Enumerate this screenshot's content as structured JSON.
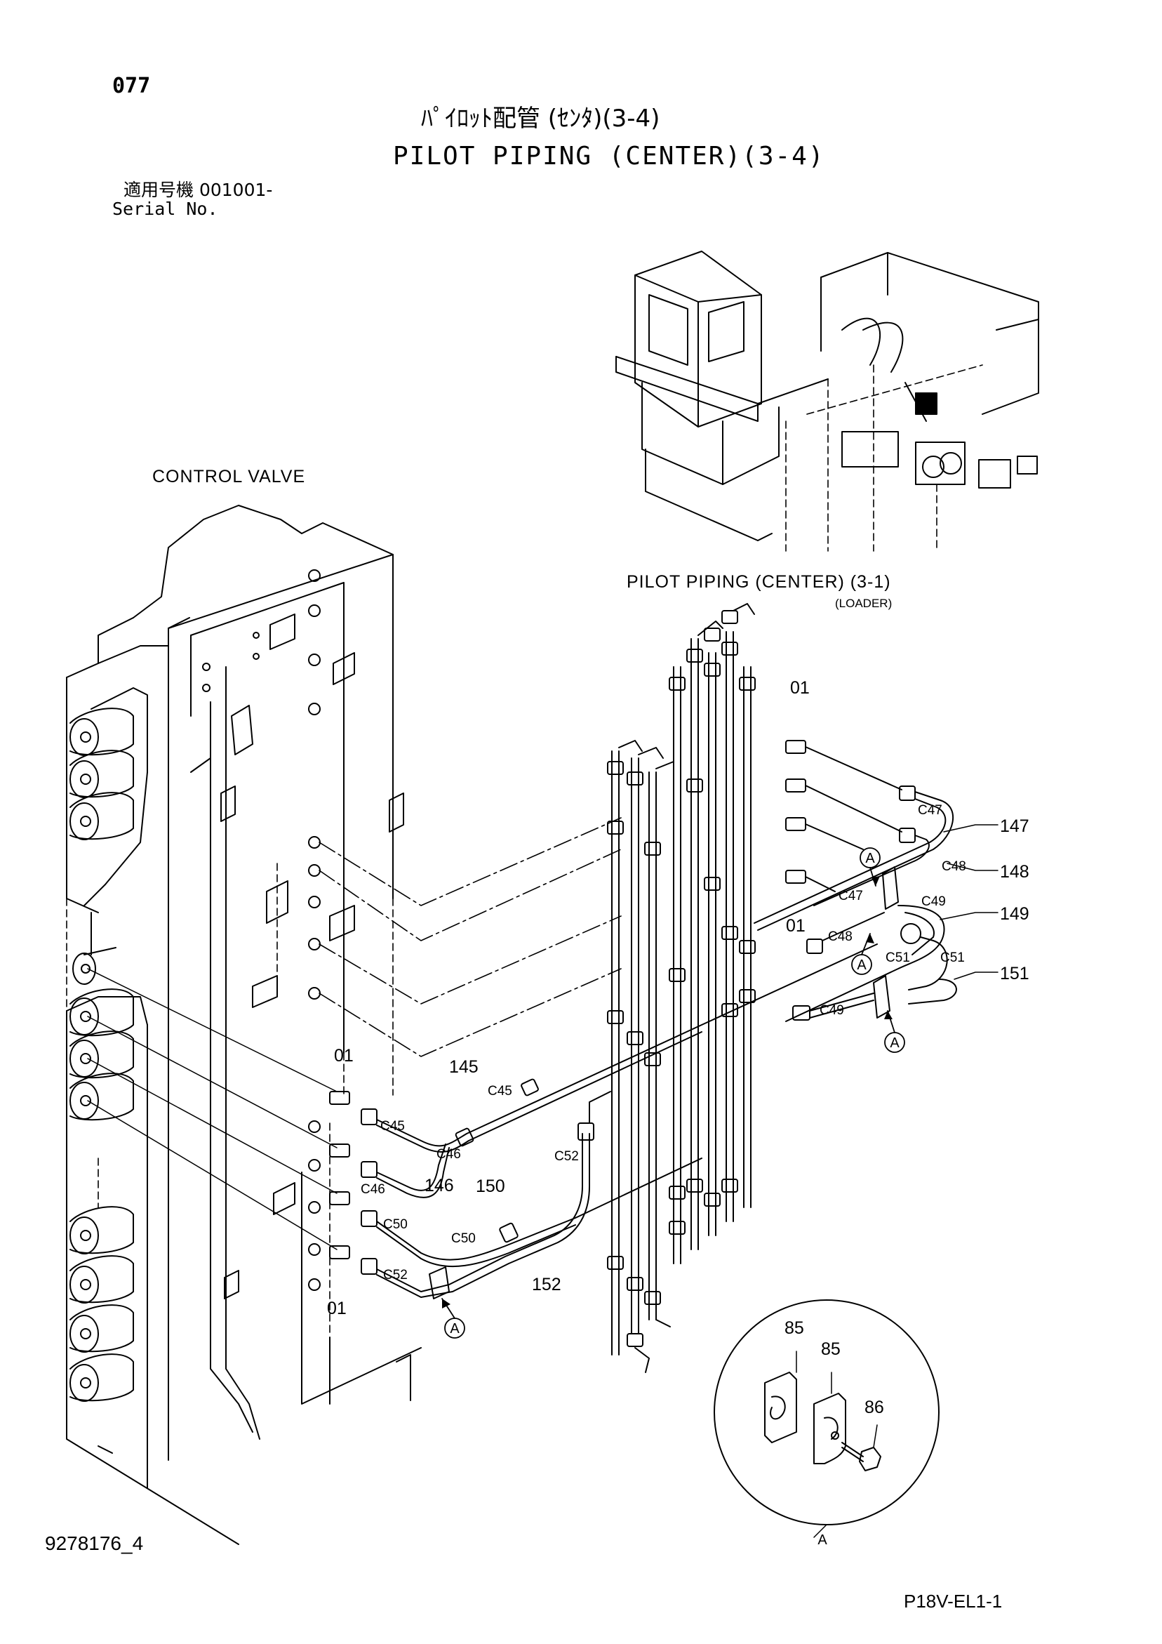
{
  "header": {
    "page_number": "077",
    "title_jp": "ﾊﾟｲﾛｯﾄ配管 (ｾﾝﾀ)(3-4)",
    "title_en": "PILOT PIPING (CENTER)(3-4)",
    "serial_jp": "適用号機  001001-",
    "serial_en": "Serial No."
  },
  "labels": {
    "control_valve": "CONTROL VALVE",
    "ref_pilot_piping": "PILOT PIPING (CENTER) (3-1)",
    "ref_loader": "(LOADER)"
  },
  "callouts": {
    "part_01": "01",
    "part_145": "145",
    "part_146": "146",
    "part_147": "147",
    "part_148": "148",
    "part_149": "149",
    "part_150": "150",
    "part_151": "151",
    "part_152": "152",
    "part_85": "85",
    "part_86": "86",
    "conn_c45": "C45",
    "conn_c46": "C46",
    "conn_c47": "C47",
    "conn_c48": "C48",
    "conn_c49": "C49",
    "conn_c50": "C50",
    "conn_c51": "C51",
    "conn_c52": "C52",
    "detail_a": "A"
  },
  "footer": {
    "drawing_number": "9278176_4",
    "sheet_code": "P18V-EL1-1"
  },
  "colors": {
    "line": "#000000",
    "background": "#ffffff"
  }
}
